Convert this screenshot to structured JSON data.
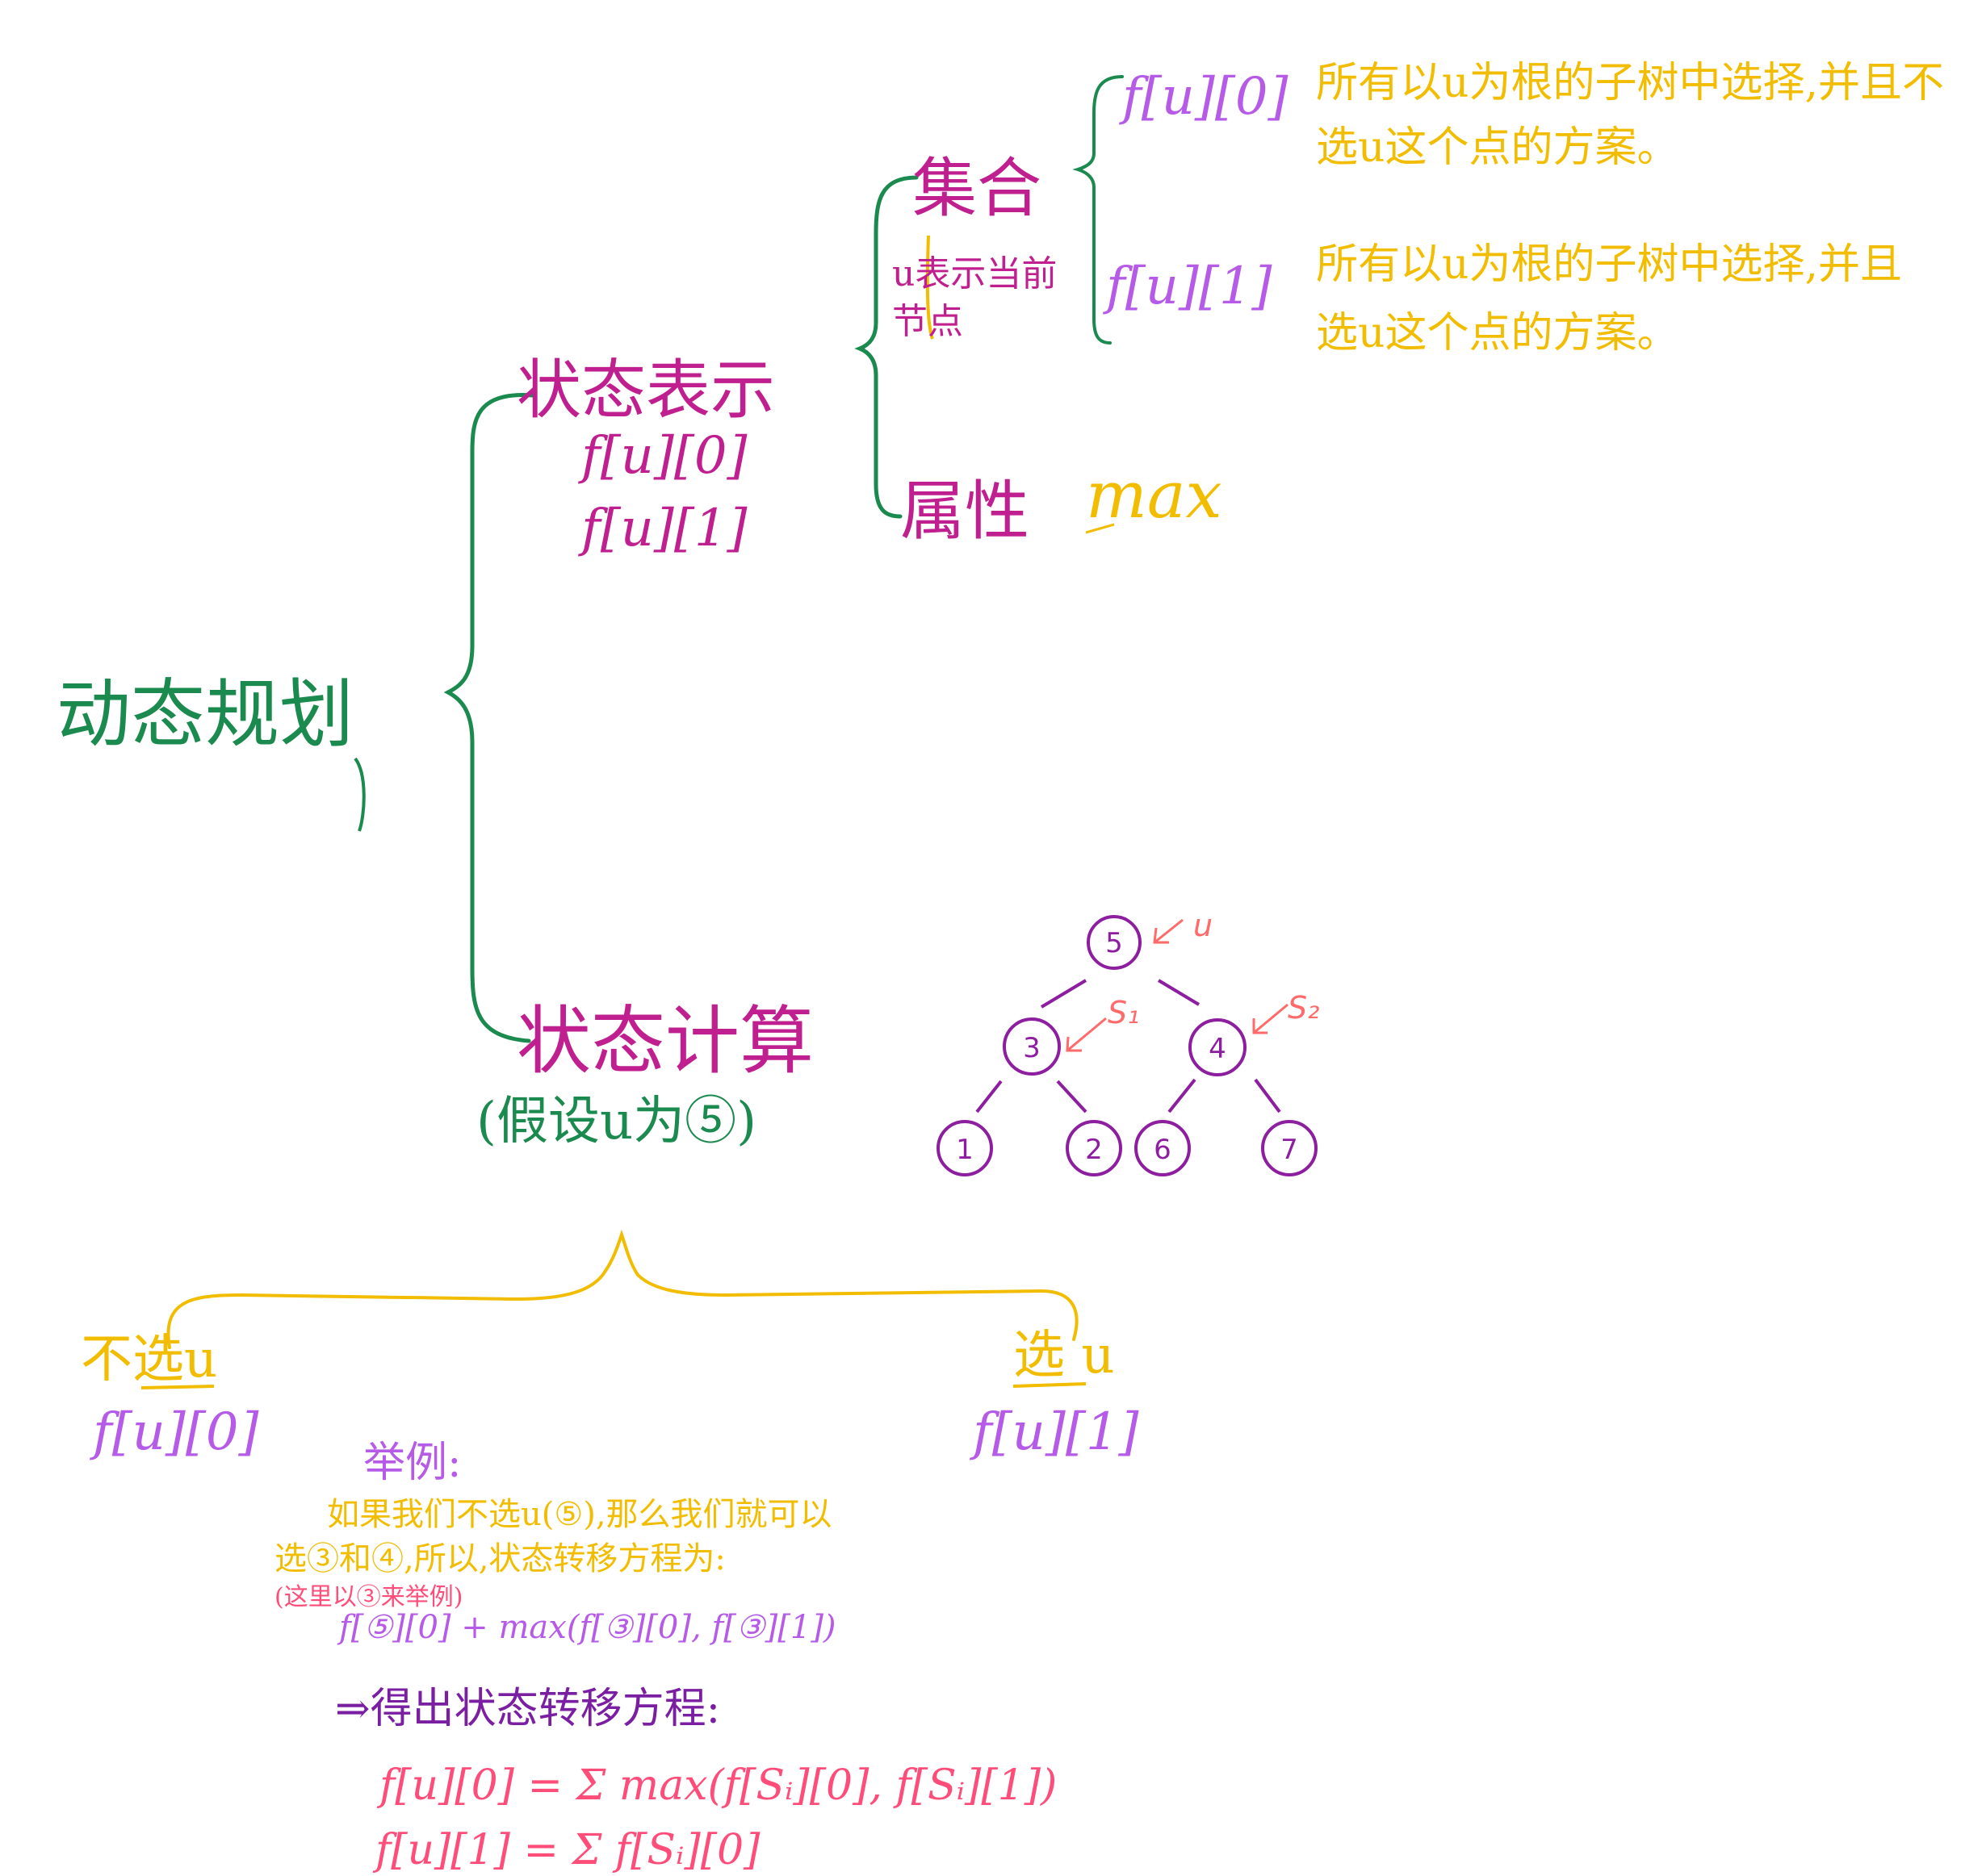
{
  "colors": {
    "green": "#1a8a4e",
    "magenta": "#c0208f",
    "yellow": "#f2bd00",
    "lilac": "#b65ae8",
    "purple": "#7b1fa2",
    "pink": "#ff4d7a"
  },
  "root": {
    "title": "动态规划"
  },
  "state_rep": {
    "title": "状态表示",
    "f0": "f[u][0]",
    "f1": "f[u][1]"
  },
  "set": {
    "title": "集合",
    "note": "u表示当前节点",
    "items": [
      {
        "label": "f[u][0]",
        "desc_line1": "所有以u为根的子树中选择,并且不",
        "desc_line2": "选u这个点的方案。"
      },
      {
        "label": "f[u][1]",
        "desc_line1": "所有以u为根的子树中选择,并且",
        "desc_line2": "选u这个点的方案。"
      }
    ]
  },
  "attr": {
    "title": "属性",
    "value": "max"
  },
  "state_calc": {
    "title": "状态计算",
    "note": "(假设u为⑤)"
  },
  "tree": {
    "nodes": [
      "5",
      "3",
      "4",
      "1",
      "2",
      "6",
      "7"
    ],
    "labels": {
      "u": "u",
      "s1": "S₁",
      "s2": "S₂"
    }
  },
  "branches": {
    "left": {
      "title": "不选u",
      "formula": "f[u][0]"
    },
    "right": {
      "title": "选 u",
      "formula": "f[u][1]"
    }
  },
  "example": {
    "title": "举例:",
    "line1": "如果我们不选u(⑤),那么我们就可以",
    "line2": "选③和④,所以,状态转移方程为:",
    "note": "(这里以③来举例)",
    "formula": "f[⑤][0] + max(f[③][0], f[③][1])"
  },
  "conclusion": {
    "title": "⇒得出状态转移方程:",
    "eq1": "f[u][0] = Σ max(f[Sᵢ][0], f[Sᵢ][1])",
    "eq2": "f[u][1] = Σ f[Sᵢ][0]"
  }
}
